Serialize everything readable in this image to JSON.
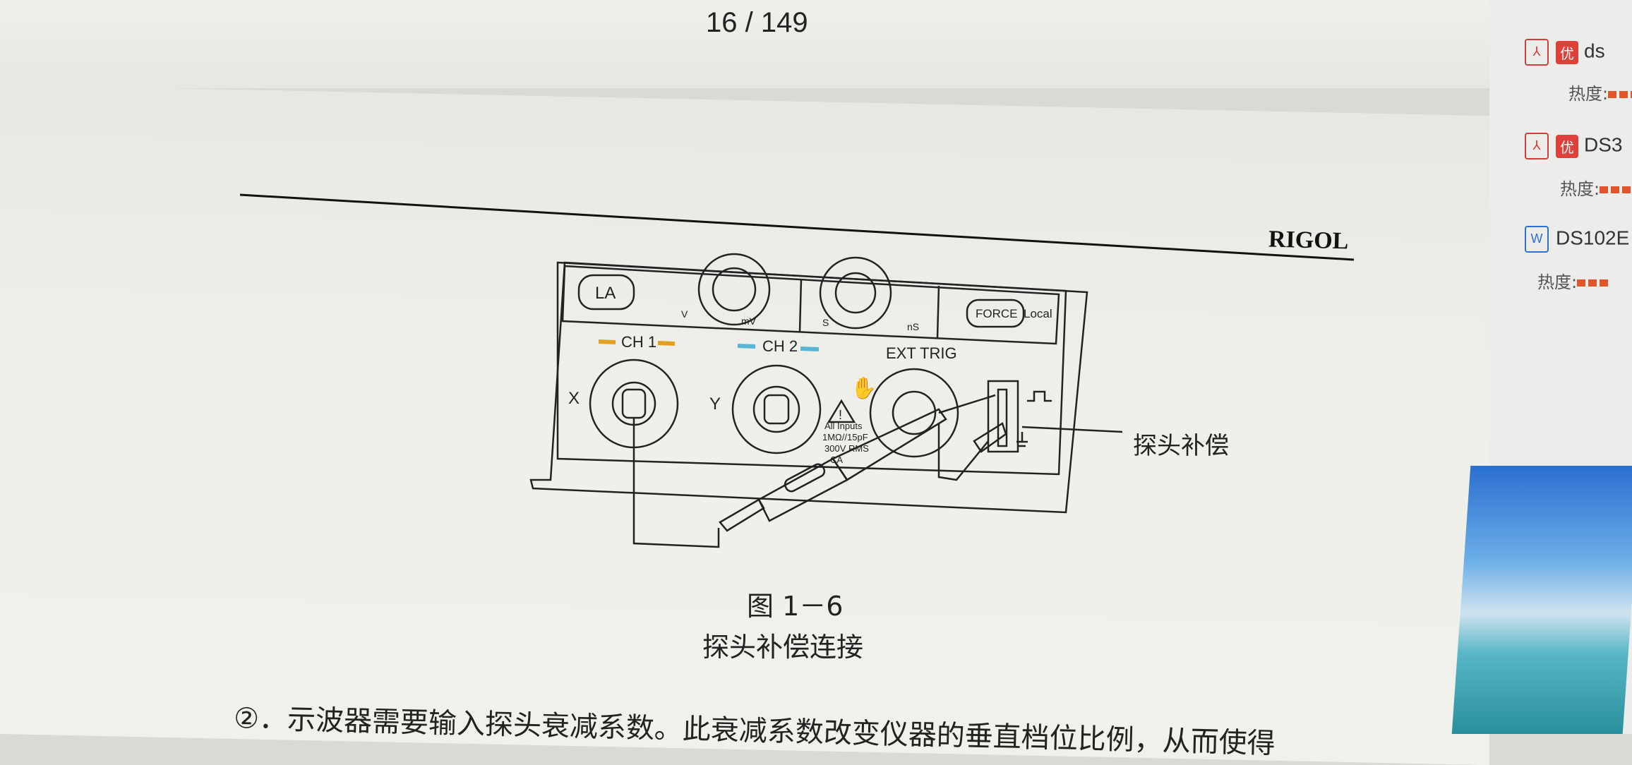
{
  "viewer": {
    "page_indicator": "16 / 149"
  },
  "document": {
    "header_brand": "RIGOL",
    "figure_title": "图 1－6",
    "figure_subtitle": "探头补偿连接",
    "callout_label": "探头补偿",
    "body_text": "②．示波器需要输入探头衰减系数。此衰减系数改变仪器的垂直档位比例，从而使得"
  },
  "panel": {
    "la_button": "LA",
    "force_button": "FORCE",
    "local_label": "Local",
    "ch1_label": "CH 1",
    "ch2_label": "CH 2",
    "ext_trig_label": "EXT TRIG",
    "x_label": "X",
    "y_label": "Y",
    "knob1_left": "V",
    "knob1_right": "mV",
    "knob2_left": "S",
    "knob2_right": "nS",
    "warning_lines": [
      "All Inputs",
      "1MΩ//15pF",
      "300V RMS",
      "CA"
    ]
  },
  "sidebar": {
    "items": [
      {
        "badge": "优",
        "title": "ds",
        "heat_label": "热度:"
      },
      {
        "badge": "优",
        "title": "DS3",
        "heat_label": "热度:"
      },
      {
        "badge": "",
        "title": "DS102E",
        "heat_label": "热度:"
      }
    ]
  },
  "colors": {
    "ch1_accent": "#e0a020",
    "ch2_accent": "#5ab4d6",
    "pdf_red": "#d63b3b",
    "word_blue": "#2d6fd4"
  }
}
